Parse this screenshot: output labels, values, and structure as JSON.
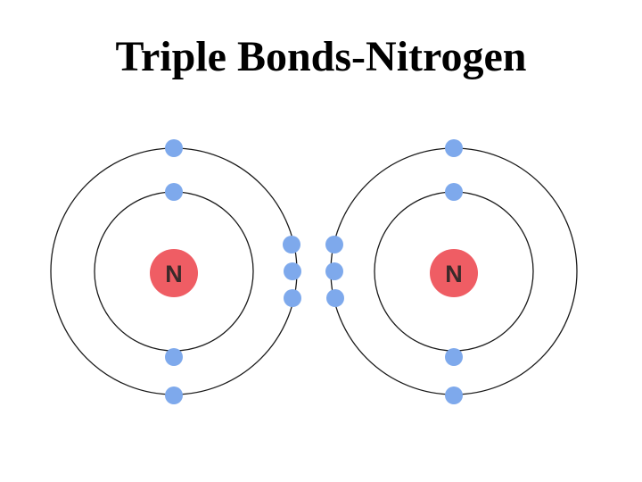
{
  "title": "Triple Bonds-Nitrogen",
  "atoms": [
    {
      "symbol": "N"
    },
    {
      "symbol": "N"
    }
  ],
  "colors": {
    "nucleus": "#ef5d64",
    "nucleus_text": "#3a2a2a",
    "electron": "#7ea9ec",
    "shell": "#1a1a1a"
  },
  "atom_facts": {
    "inner_shell_electrons": 2,
    "outer_shell_lone_electrons": 2,
    "shared_electrons_per_atom": 3,
    "bond_type": "triple"
  }
}
